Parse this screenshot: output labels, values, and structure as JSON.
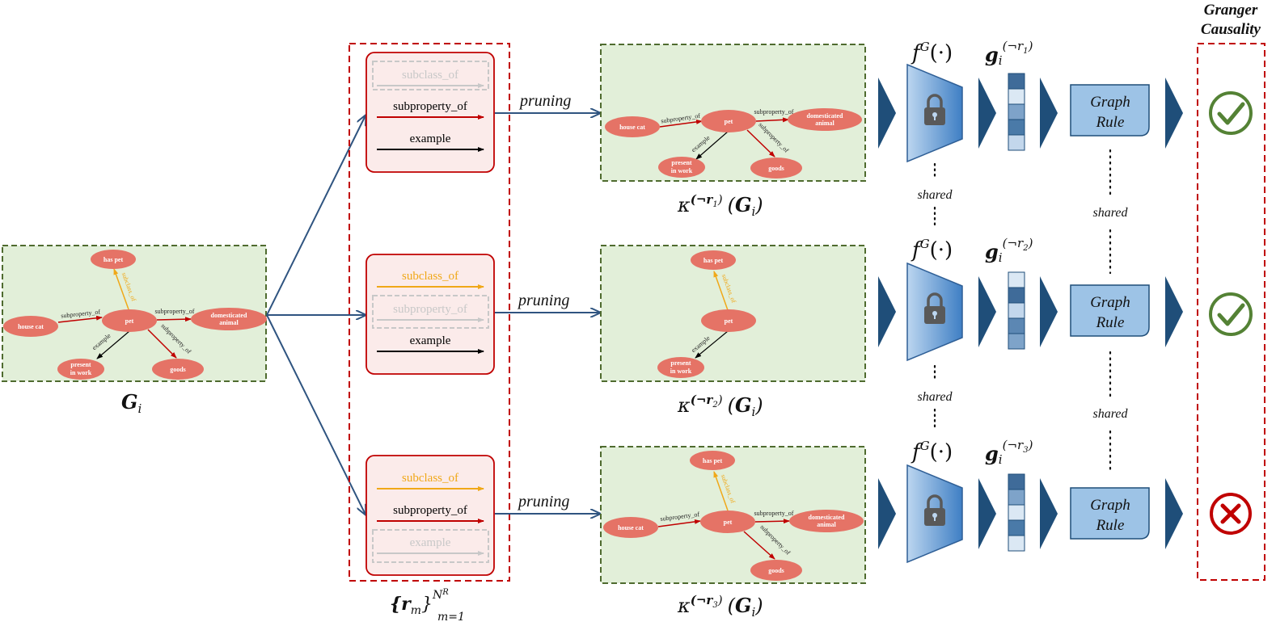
{
  "nodes": {
    "house_cat": "house cat",
    "pet": "pet",
    "domesticated_line1": "domesticated",
    "domesticated_line2": "animal",
    "present_line1": "present",
    "present_line2": "in work",
    "goods": "goods",
    "has_pet": "has pet"
  },
  "relations": {
    "subclass_of": "subclass_of",
    "subproperty_of": "subproperty_of",
    "example": "example"
  },
  "pruning_label": "pruning",
  "shared_label": "shared",
  "rule_line1": "Graph",
  "rule_line2": "Rule",
  "title_line1": "Granger",
  "title_line2": "Causality",
  "math": {
    "g_i": "G",
    "g_i_sub": "i",
    "r_m": "{r",
    "r_m_sub": "m",
    "r_m_close": "}",
    "r_m_sup": "N",
    "r_m_sup_sub": "R",
    "r_m_lower": "m=1",
    "kappa": "κ",
    "neg_r": "(¬r",
    "r_idx": [
      "1",
      "2",
      "3"
    ],
    "paren_close": ")",
    "f": "f",
    "f_sup": "G",
    "f_arg": "(·)",
    "g_vec": "g"
  },
  "outcomes": [
    "check",
    "check",
    "cross"
  ],
  "colors": {
    "graph_bg": "#e2efd9",
    "graph_border": "#4f6b2f",
    "node": "#e57366",
    "red_border": "#c00000",
    "rel_box_bg": "#fbebea",
    "subclass": "#f0a818",
    "subproperty": "#c00000",
    "example": "#000000",
    "pruned": "#c8c8c8",
    "flow": "#2f5480",
    "chevron": "#1f4e79",
    "encoder": "#6fa3d8",
    "rule_box": "#9dc3e6",
    "check": "#548235",
    "cross": "#c00000"
  }
}
